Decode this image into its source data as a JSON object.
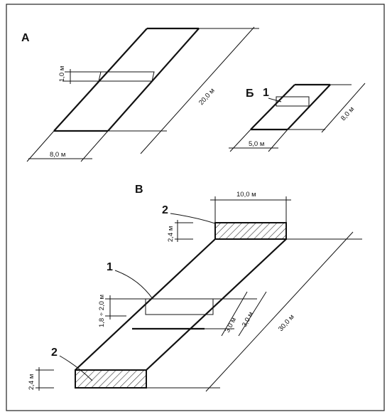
{
  "panel_a": {
    "label": "А",
    "dim_width": "1,0 м",
    "dim_length": "20,0 м",
    "dim_court": "8,0 м"
  },
  "panel_b": {
    "label": "Б",
    "marker": "1",
    "dim_width": "8,0 м",
    "dim_court": "5,0 м"
  },
  "panel_c": {
    "label": "В",
    "dim_top": "10,0 м",
    "marker_top": "2",
    "dim_zone_top": "2,4 м",
    "marker_mid": "1",
    "dim_net": "1,8 ÷ 2,0 м",
    "dim_a": "3,0 м",
    "dim_b": "3,0 м",
    "dim_length": "30,0 м",
    "marker_bottom": "2",
    "dim_zone_bottom": "2,4 м"
  }
}
